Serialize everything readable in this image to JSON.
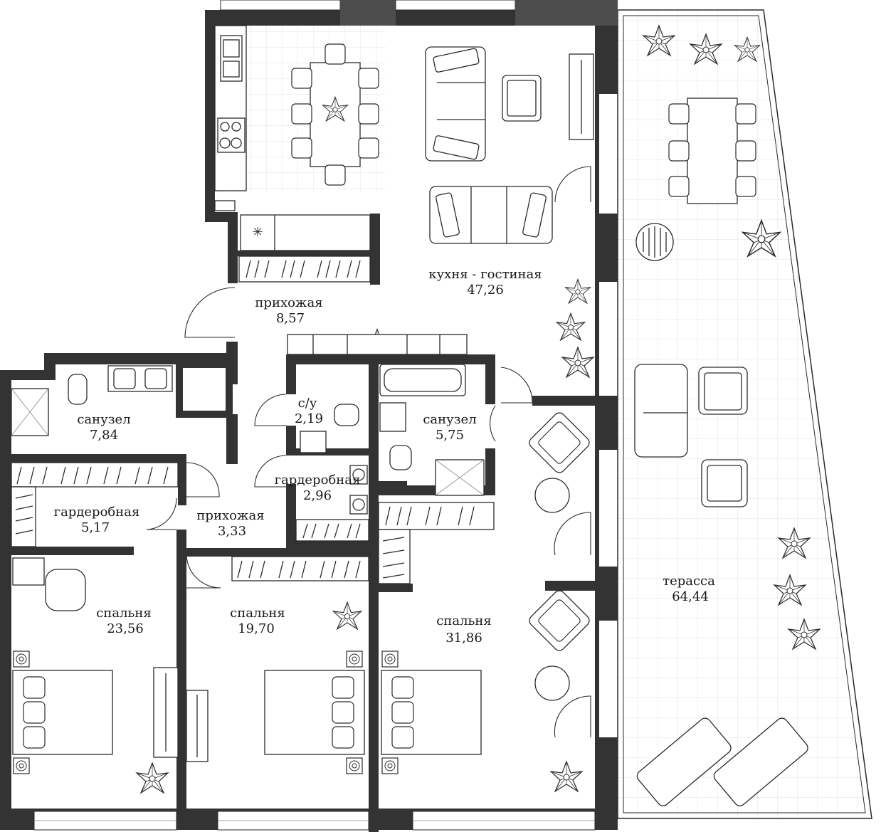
{
  "rooms": [
    {
      "id": "kitchen-living",
      "name": "кухня - гостиная",
      "area": "47,26"
    },
    {
      "id": "hallway-main",
      "name": "прихожая",
      "area": "8,57"
    },
    {
      "id": "wc",
      "name": "с/у",
      "area": "2,19"
    },
    {
      "id": "bathroom-left",
      "name": "санузел",
      "area": "7,84"
    },
    {
      "id": "bathroom-right",
      "name": "санузел",
      "area": "5,75"
    },
    {
      "id": "wardrobe-center",
      "name": "гардеробная",
      "area": "2,96"
    },
    {
      "id": "wardrobe-left",
      "name": "гардеробная",
      "area": "5,17"
    },
    {
      "id": "hallway-small",
      "name": "прихожая",
      "area": "3,33"
    },
    {
      "id": "bedroom-left",
      "name": "спальня",
      "area": "23,56"
    },
    {
      "id": "bedroom-middle",
      "name": "спальня",
      "area": "19,70"
    },
    {
      "id": "bedroom-right",
      "name": "спальня",
      "area": "31,86"
    },
    {
      "id": "terrace",
      "name": "терасса",
      "area": "64,44"
    }
  ],
  "colors": {
    "wall": "#333333",
    "column": "#4d4d4d",
    "grid": "#e6e6e6",
    "line": "#2a2a2a"
  }
}
